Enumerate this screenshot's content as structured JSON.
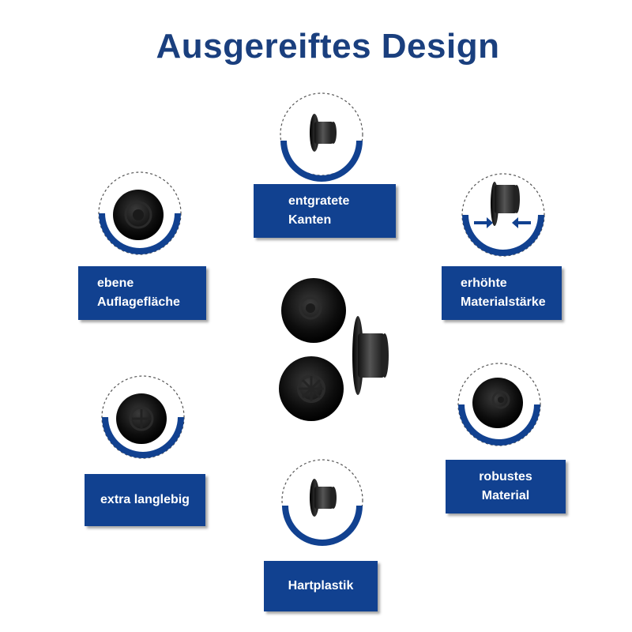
{
  "title": "Ausgereiftes Design",
  "colors": {
    "brand_blue": "#114190",
    "title_blue": "#1a3f7e"
  },
  "features": [
    {
      "id": "entgratete-kanten",
      "label": "entgratete\nKanten",
      "icon": "knob-side-view-icon"
    },
    {
      "id": "ebene-auflageflaeche",
      "label": "ebene\nAuflagefläche",
      "icon": "knob-front-view-icon"
    },
    {
      "id": "erhoehte-materialstaerke",
      "label": "erhöhte\nMaterialstärke",
      "icon": "thickness-arrows-icon"
    },
    {
      "id": "extra-langlebig",
      "label": "extra langlebig",
      "icon": "knob-front-view-icon"
    },
    {
      "id": "robustes-material",
      "label": "robustes\nMaterial",
      "icon": "knob-front-view-icon"
    },
    {
      "id": "hartplastik",
      "label": "Hartplastik",
      "icon": "knob-side-view-icon"
    }
  ]
}
